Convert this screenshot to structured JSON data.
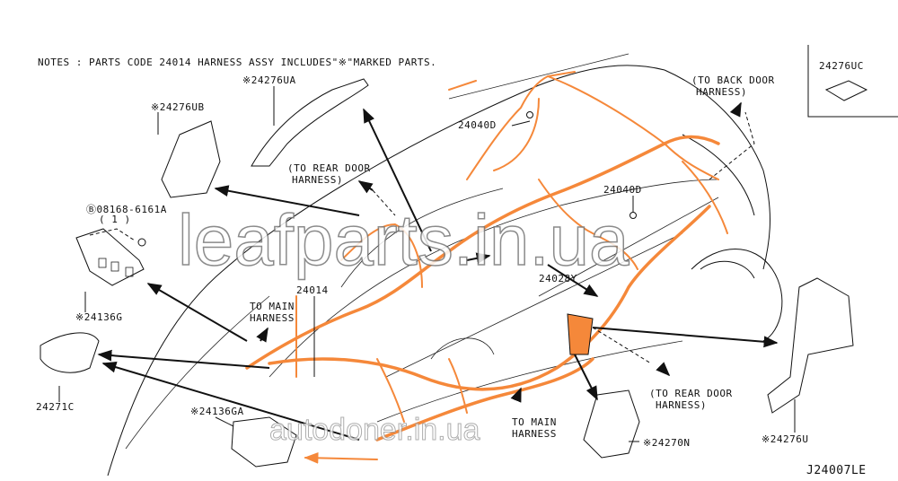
{
  "notes": "NOTES : PARTS CODE 24014 HARNESS ASSY INCLUDES\"※\"MARKED PARTS.",
  "labels": {
    "p24276UA": "※24276UA",
    "p24276UB": "※24276UB",
    "p24276UC": "24276UC",
    "p24040D_a": "24040D",
    "p24040D_b": "24040D",
    "p08168": "Ⓑ08168-6161A",
    "p08168_qty": "( 1 )",
    "p24028Y": "24028Y",
    "p24014": "24014",
    "p24136G": "※24136G",
    "p24271C": "24271C",
    "p24136GA": "※24136GA",
    "p24270N": "※24270N",
    "p24276U": "※24276U"
  },
  "callouts": {
    "back_door_1": "(TO BACK DOOR",
    "back_door_2": "HARNESS)",
    "rear_door_top_1": "(TO REAR DOOR",
    "rear_door_top_2": "HARNESS)",
    "main_left_1": "TO MAIN",
    "main_left_2": "HARNESS",
    "main_bottom_1": "TO MAIN",
    "main_bottom_2": "HARNESS",
    "rear_door_bottom_1": "(TO REAR DOOR",
    "rear_door_bottom_2": "HARNESS)"
  },
  "figure_code": "J24007LE",
  "watermarks": {
    "main": "leafparts.in.ua",
    "secondary": "autodoner.in.ua"
  },
  "colors": {
    "harness": "#f5883a",
    "line": "#111111"
  }
}
